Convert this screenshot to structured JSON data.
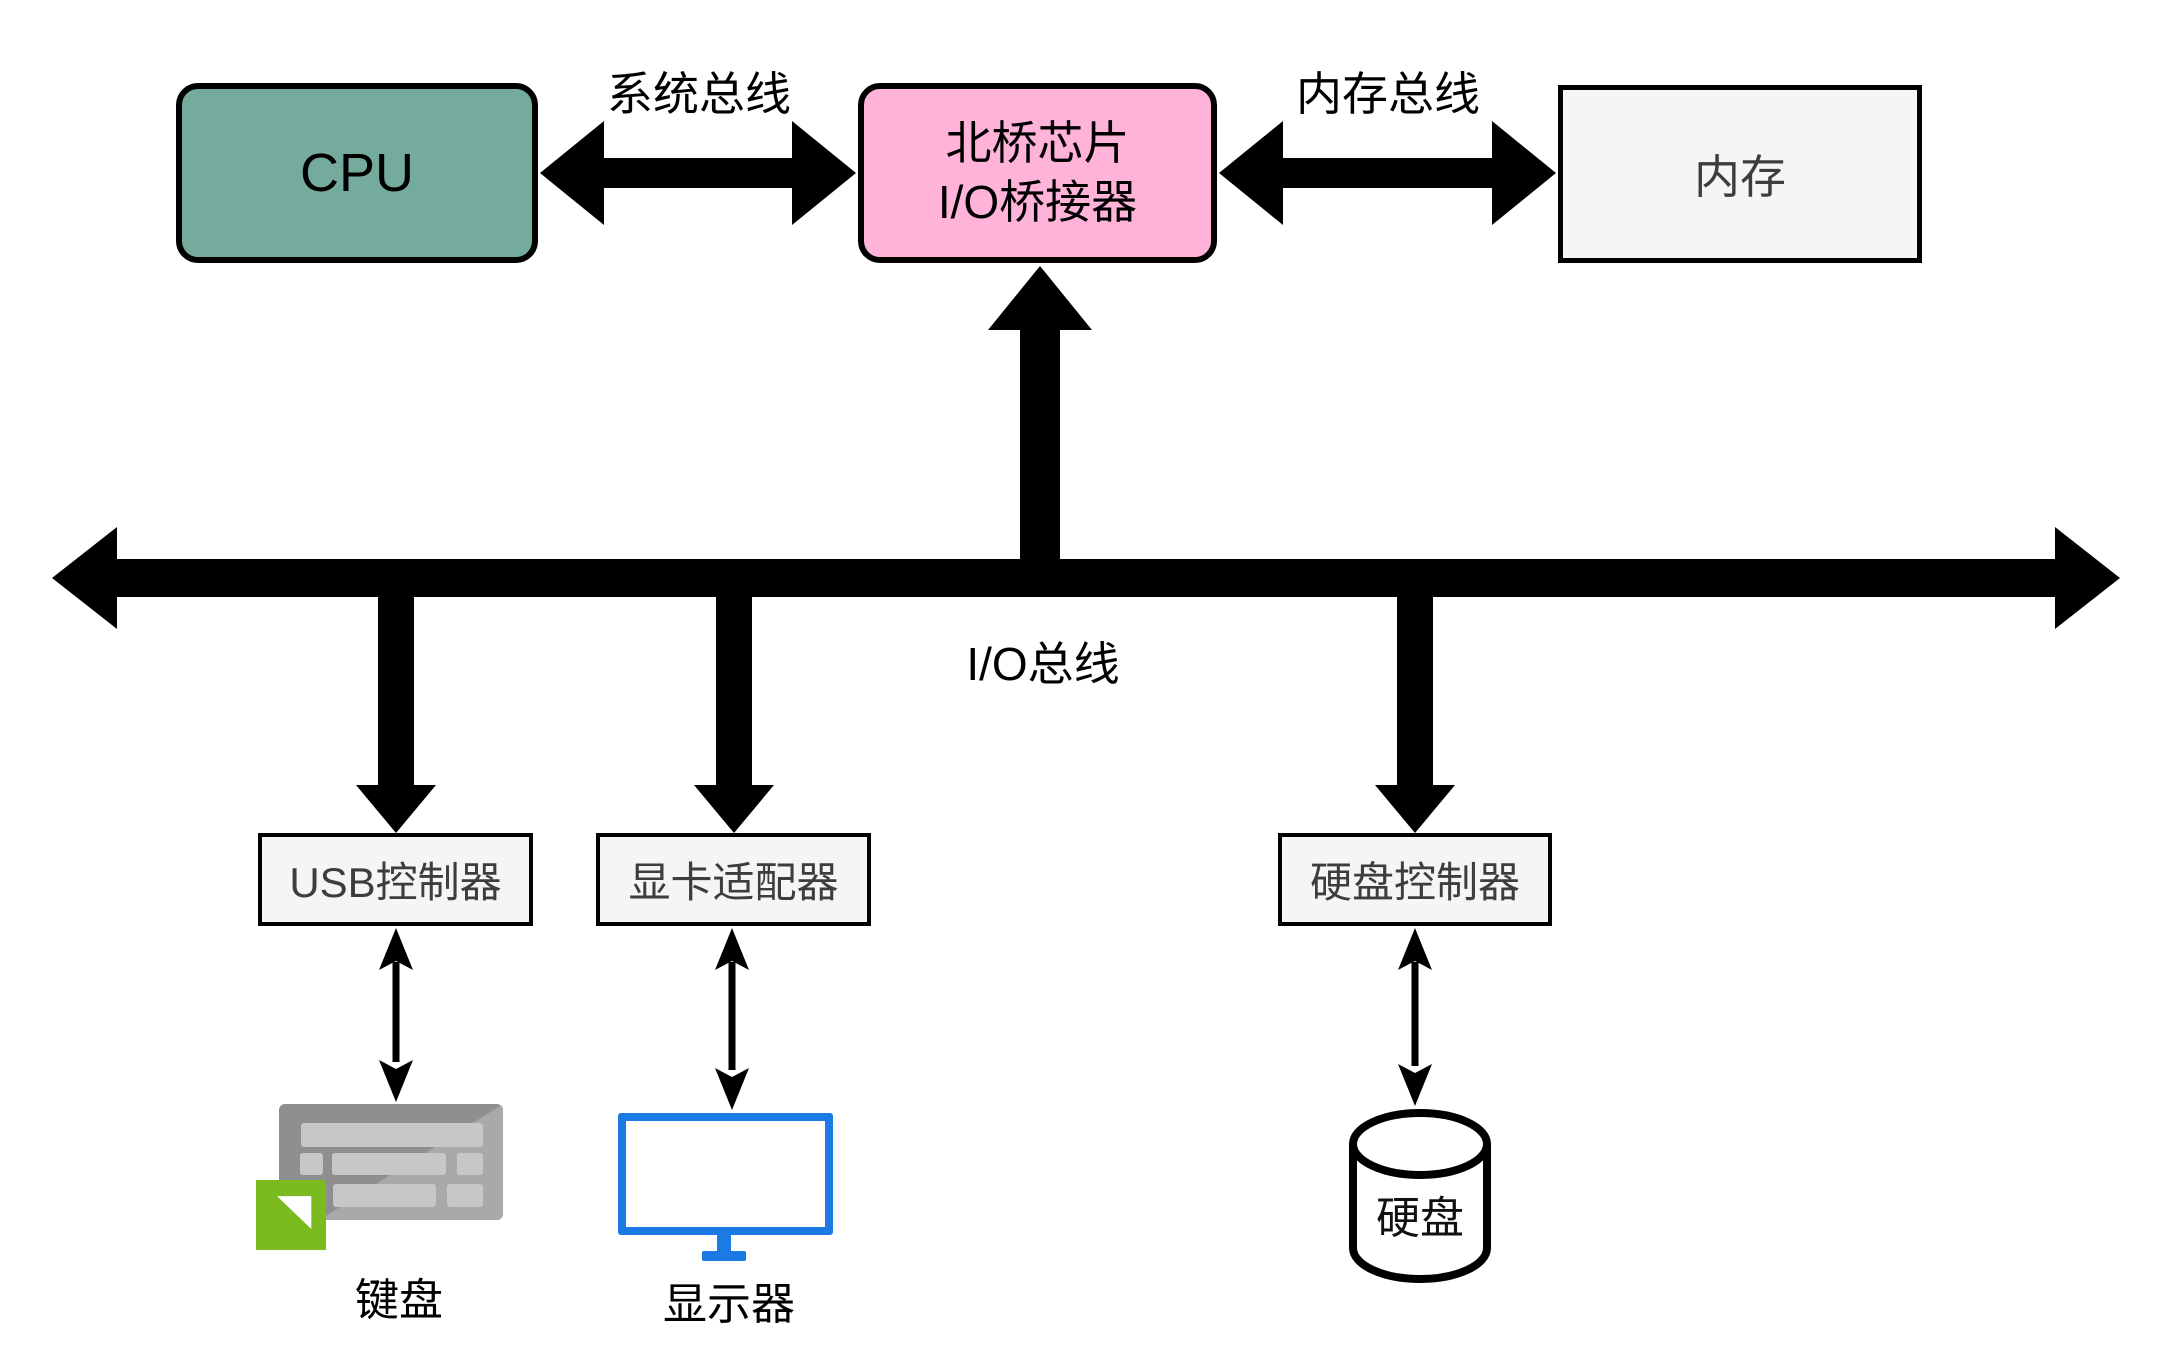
{
  "colors": {
    "cpu-fill": "#74AB9D",
    "northbridge-fill": "#FFB3D9",
    "box-fill": "#F5F5F5",
    "arrow-ink": "#000000",
    "monitor-blue": "#1B7AE3",
    "keyboard-gray": "#8F8F8F",
    "keyboard-gray-light": "#A9A9A9",
    "keyboard-key": "#C7C7C7",
    "badge-green": "#7CBB1F"
  },
  "nodes": {
    "cpu": {
      "label": "CPU"
    },
    "northbridge": {
      "label_line1": "北桥芯片",
      "label_line2": "I/O桥接器"
    },
    "memory": {
      "label": "内存"
    },
    "usb_controller": {
      "label": "USB控制器"
    },
    "graphics_adapter": {
      "label": "显卡适配器"
    },
    "disk_controller": {
      "label": "硬盘控制器"
    },
    "keyboard": {
      "label": "键盘"
    },
    "monitor": {
      "label": "显示器"
    },
    "disk": {
      "label": "硬盘"
    }
  },
  "buses": {
    "system_bus": {
      "label": "系统总线"
    },
    "memory_bus": {
      "label": "内存总线"
    },
    "io_bus": {
      "label": "I/O总线"
    }
  }
}
